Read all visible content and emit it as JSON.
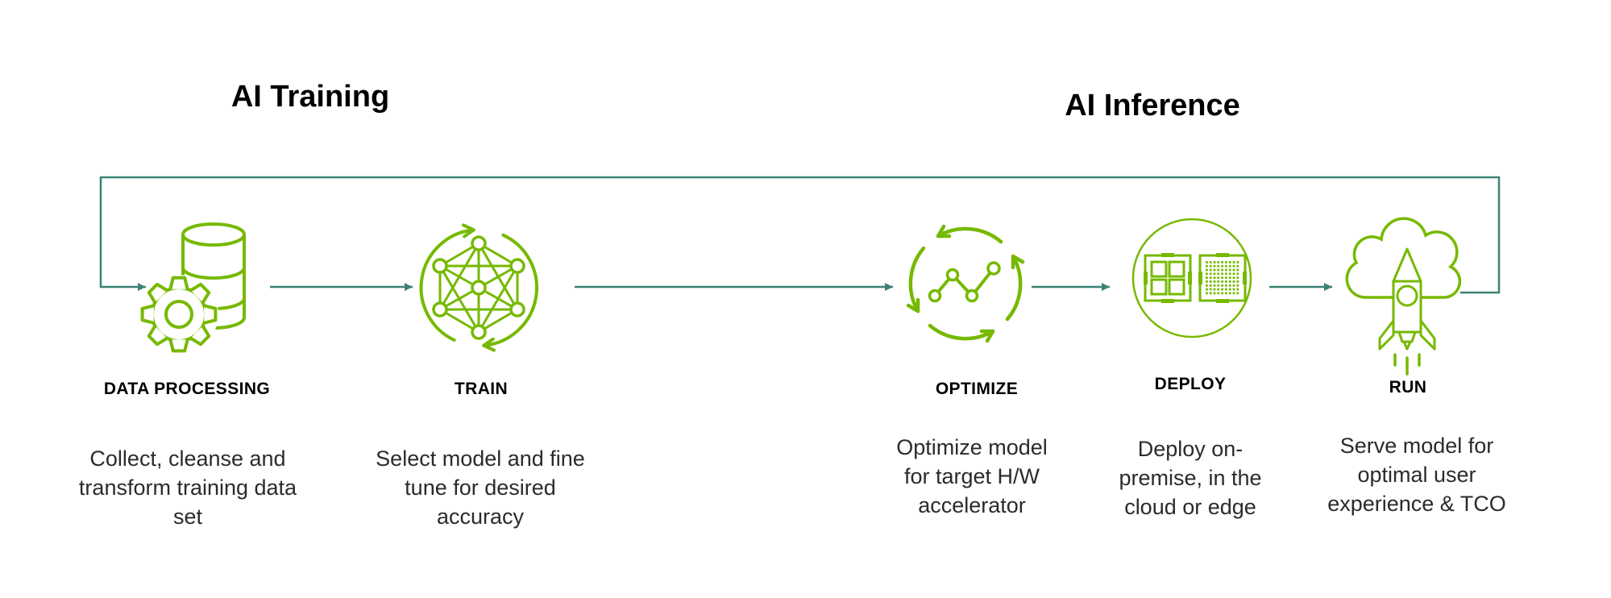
{
  "sections": [
    {
      "title": "AI Training"
    },
    {
      "title": "AI Inference"
    }
  ],
  "steps": [
    {
      "id": "data-processing",
      "label": "DATA PROCESSING",
      "description": "Collect, cleanse and\ntransform training data\nset",
      "icon": "database-and-gear-icon"
    },
    {
      "id": "train",
      "label": "TRAIN",
      "description": "Select model and fine\ntune for desired\naccuracy",
      "icon": "neural-network-cycle-icon"
    },
    {
      "id": "optimize",
      "label": "OPTIMIZE",
      "description": "Optimize model\nfor target H/W\naccelerator",
      "icon": "chart-cycle-icon"
    },
    {
      "id": "deploy",
      "label": "DEPLOY",
      "description": "Deploy on-\npremise, in the\ncloud or edge",
      "icon": "hardware-chips-icon"
    },
    {
      "id": "run",
      "label": "RUN",
      "description": "Serve model for\noptimal user\nexperience & TCO",
      "icon": "cloud-rocket-icon"
    }
  ],
  "colors": {
    "icon_green": "#76b900",
    "connector_teal": "#3c8273",
    "title_text": "#000000",
    "body_text": "#2b2b2b"
  }
}
